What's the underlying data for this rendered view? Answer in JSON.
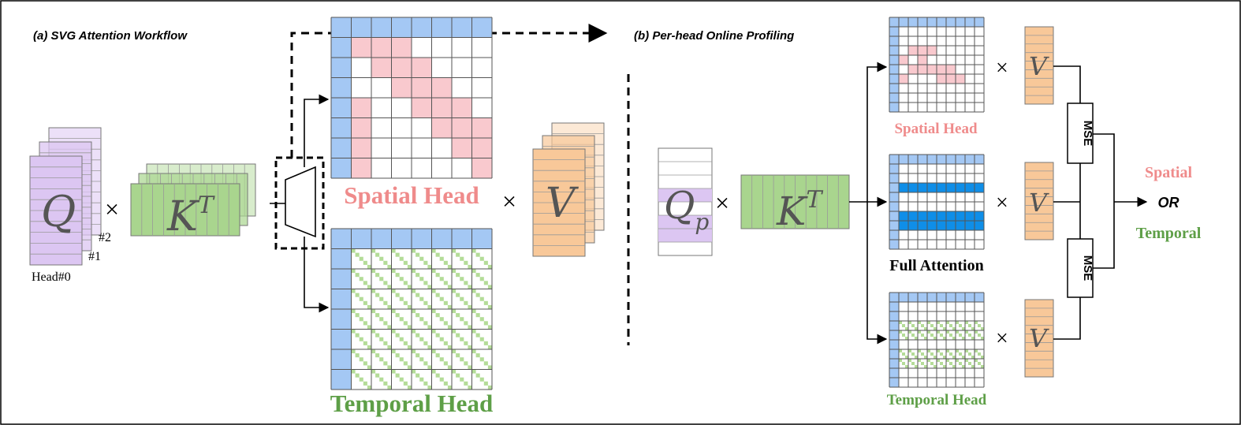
{
  "panels": {
    "a_title": "(a) SVG Attention Workflow",
    "b_title": "(b) Per-head Online Profiling"
  },
  "workflow": {
    "q_label": "Q",
    "k_label": "K",
    "k_sup": "T",
    "v_label": "V",
    "times": "×",
    "head0": "Head#0",
    "head1": "#1",
    "head2": "#2",
    "spatial_head": "Spatial Head",
    "temporal_head": "Temporal Head"
  },
  "profiling": {
    "qp_label": "Q",
    "qp_sub": "p",
    "k_label": "K",
    "k_sup": "T",
    "v_label": "V",
    "times": "×",
    "spatial_head": "Spatial Head",
    "full_attention": "Full Attention",
    "temporal_head": "Temporal Head",
    "mse": "MSE",
    "result_spatial": "Spatial",
    "result_or": "OR",
    "result_temporal": "Temporal"
  },
  "colors": {
    "header_blue": "#a4c8f4",
    "spatial_pink": "#f9c9ce",
    "spatial_text": "#ef8b8b",
    "temporal_green": "#b4dc98",
    "temporal_text": "#5e9f47",
    "q_purple": "#dcc6f2",
    "k_green": "#a9d58e",
    "v_orange": "#f8c899",
    "full_blue": "#0f8ee8"
  }
}
